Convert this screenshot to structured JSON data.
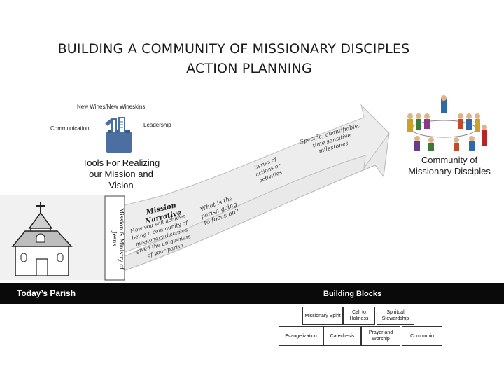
{
  "title": {
    "line1": "BUILDING A COMMUNITY OF MISSIONARY DISCIPLES",
    "line2": "ACTION PLANNING"
  },
  "labels": {
    "new_wines": "New Wines/New Wineskins",
    "leadership": "Leadership",
    "communication": "Communication",
    "tools": "Tools For Realizing our Mission and Vision",
    "community": "Community of Missionary Disciples",
    "todays_parish": "Today’s Parish",
    "mission_ministry": "Mission & Ministry of Jesus"
  },
  "arrow_text": {
    "specific": "Specific, quantifiable, time sensitive milestones",
    "series": "Series of actions or activities",
    "what_is": "What is the parish going to focus on?",
    "narrative_title": "Mission Narrative",
    "narrative_body": "How you will achieve being a community of missionary disciples given the uniqueness of your parish"
  },
  "building_blocks": {
    "heading": "Building Blocks",
    "row1": [
      "Missionary Spirit",
      "Call to Holiness",
      "Spiritual Stewardship"
    ],
    "row2": [
      "Evangelization",
      "Catechesis",
      "Prayer and Worship",
      "Communio"
    ]
  },
  "colors": {
    "arrow_fill": "#e9e9e9",
    "arrow_stroke": "#b5b5b5",
    "band": "#0a0a0a",
    "icon_blue": "#4a6fa0"
  },
  "icons": [
    "toolbox-icon",
    "church-icon",
    "people-gathering-icon"
  ]
}
